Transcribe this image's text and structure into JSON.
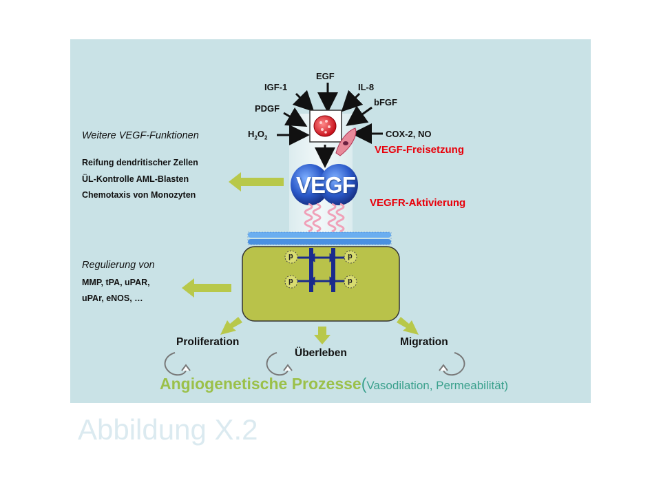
{
  "growth_factors": {
    "egf": "EGF",
    "igf1": "IGF-1",
    "il8": "IL-8",
    "bfgf": "bFGF",
    "pdgf": "PDGF",
    "h2o2_main": "H",
    "h2o2_sub1": "2",
    "h2o2_mid": "O",
    "h2o2_sub2": "2",
    "cox2_no": "COX-2, NO"
  },
  "labels": {
    "vegf_release": "VEGF-Freisetzung",
    "vegfr_activation": "VEGFR-Aktivierung",
    "vegf_logo": "VEGF",
    "phospho": "p"
  },
  "further_functions": {
    "heading": "Weitere VEGF-Funktionen",
    "items": [
      "Reifung dendritischer Zellen",
      "ÜL-Kontrolle AML-Blasten",
      "Chemotaxis von Monozyten"
    ]
  },
  "regulation": {
    "heading": "Regulierung von",
    "items": [
      "MMP, tPA, uPAR,",
      "uPAr, eNOS, …"
    ]
  },
  "outcomes": {
    "proliferation": "Proliferation",
    "survival": "Überleben",
    "migration": "Migration"
  },
  "angiogenesis": {
    "main": "Angiogenetische Prozesse",
    "open_paren": "(",
    "sub": "Vasodilation, Permeabilität)"
  },
  "caption": "Abbildung X.2",
  "colors": {
    "panel_bg": "#c9e2e6",
    "arrow_green": "#b8c84a",
    "cell_green": "#b9c24a",
    "red_label": "#e8000a",
    "receptor_blue": "#1a2a8c",
    "membrane_blue": "#5aa0e8",
    "angio_green": "#9bc04a",
    "angio_teal": "#3aa08c"
  }
}
